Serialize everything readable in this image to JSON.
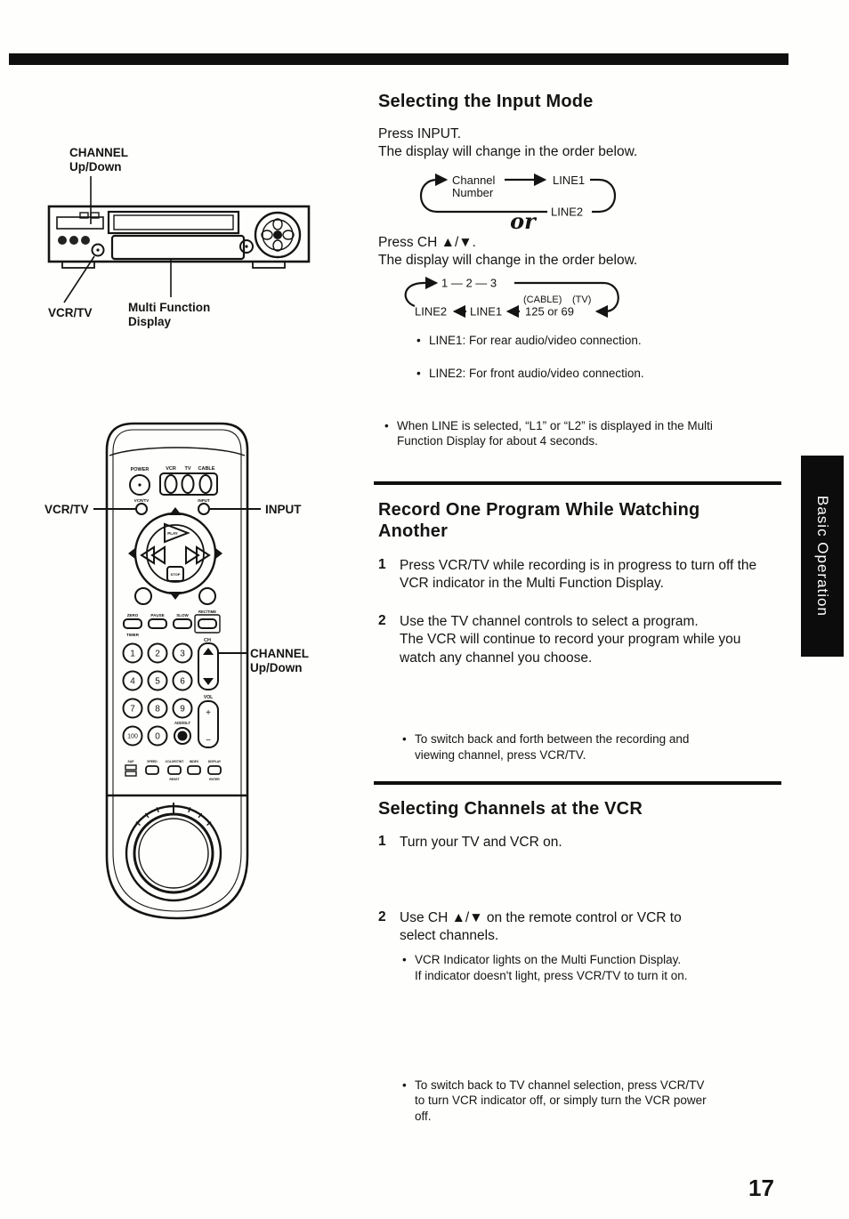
{
  "page": {
    "tab": "Basic Operation",
    "number": "17"
  },
  "sections": {
    "input_mode": {
      "title": "Selecting the Input Mode",
      "p1a": "Press INPUT.",
      "p1b": "The display will change in the order below.",
      "loop1": {
        "channel1": "Channel",
        "channel2": "Number",
        "line1": "LINE1",
        "line2": "LINE2"
      },
      "or_text": "or",
      "p2a": "Press CH ▲/▼.",
      "p2b": "The display will change in the order below.",
      "loop2": {
        "top": "1 — 2 — 3",
        "cable": "(CABLE)",
        "tv": "(TV)",
        "line2": "LINE2",
        "line1": "LINE1",
        "nums": "125  or  69"
      },
      "b1": "LINE1: For rear audio/video connection.",
      "b2": "LINE2: For front audio/video connection.",
      "note": "When LINE is selected, “L1” or “L2” is displayed in the Multi Function Display for about 4 seconds."
    },
    "record_watch": {
      "title": "Record One Program While Watching Another",
      "s1n": "1",
      "s1": "Press VCR/TV while recording is in progress to turn off the VCR indicator in the Multi Function Display.",
      "s2n": "2",
      "s2": [
        "Use the TV channel controls to select a program.",
        "The VCR will continue to record your program while you watch any channel you choose."
      ],
      "s2b": "To switch back and forth between the recording and viewing channel, press VCR/TV."
    },
    "select_channels": {
      "title": "Selecting Channels at the VCR",
      "s1n": "1",
      "s1": "Turn your TV and VCR on.",
      "s1b": [
        "VCR Indicator lights on the Multi Function Display.",
        "If indicator doesn't light, press VCR/TV to turn it on."
      ],
      "s2n": "2",
      "s2": "Use CH ▲/▼ on the remote control or VCR to select channels.",
      "s2b": "To switch back to TV channel selection, press VCR/TV to turn VCR indicator off, or simply turn the VCR power off."
    }
  },
  "vcr_diagram": {
    "channel1": "CHANNEL",
    "channel2": "Up/Down",
    "vcrtv": "VCR/TV",
    "mfd1": "Multi Function",
    "mfd2": "Display"
  },
  "remote_diagram": {
    "callout_vcrtv": "VCR/TV",
    "callout_input": "INPUT",
    "callout_ch1": "CHANNEL",
    "callout_ch2": "Up/Down",
    "buttons": {
      "power": "POWER",
      "vcr": "VCR",
      "tv": "TV",
      "cable": "CABLE",
      "vcrtv": "VCR/TV",
      "input": "INPUT",
      "play": "PLAY",
      "stop": "STOP",
      "zero": "ZERO",
      "timer": "TIMER",
      "pause": "PAUSE",
      "slow": "SLOW",
      "rectime": "REC/TIME",
      "ch": "CH",
      "vol": "VOL",
      "vol_plus": "+",
      "vol_minus": "−",
      "adddlt": "ADD/DLT",
      "digits": [
        "1",
        "2",
        "3",
        "4",
        "5",
        "6",
        "7",
        "8",
        "9",
        "100",
        "0"
      ],
      "tiny": [
        "SAP",
        "SPEED",
        "COLOR/TINT",
        "INDEX",
        "DISPLAY",
        "RESET",
        "ENTER"
      ]
    }
  }
}
